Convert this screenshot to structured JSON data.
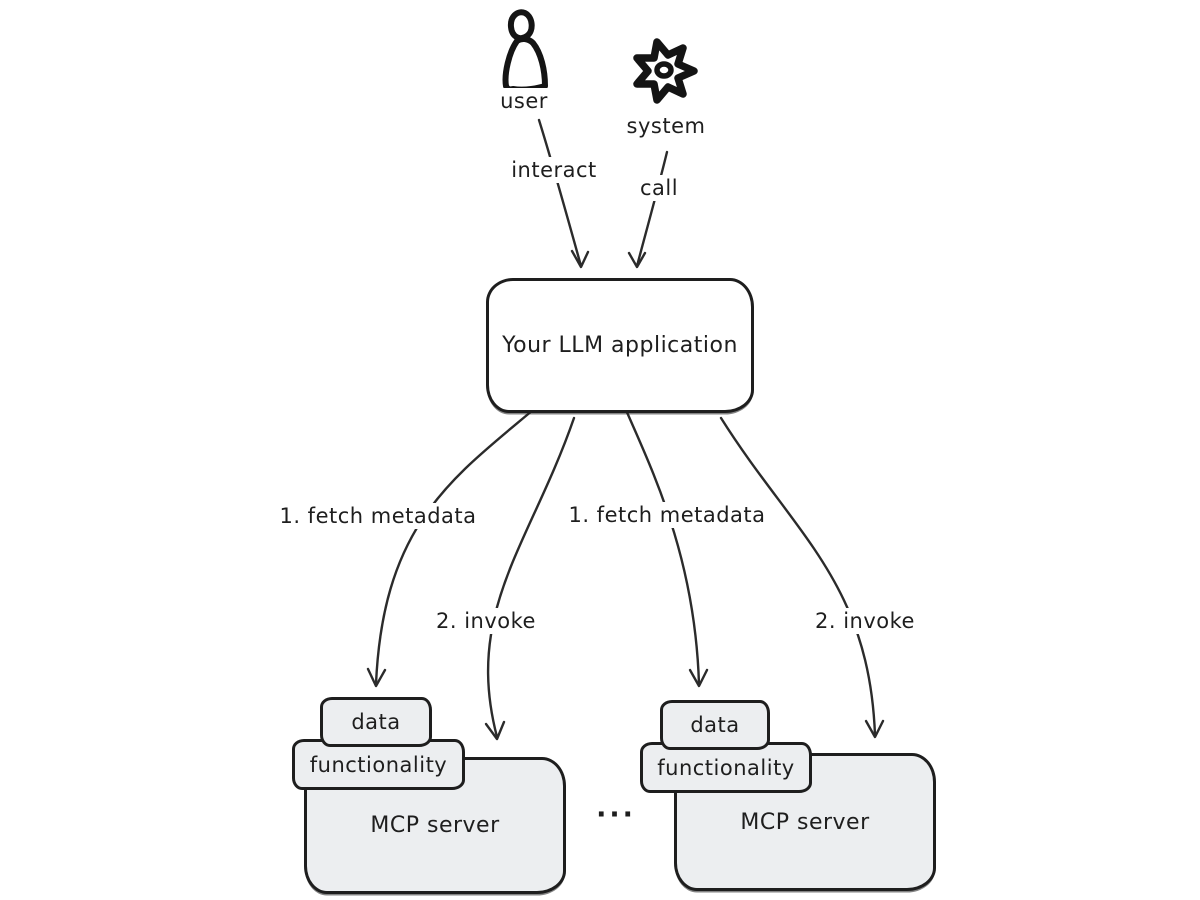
{
  "colors": {
    "stroke": "#1e1e1e",
    "box_fill": "#eceef0",
    "background": "#ffffff",
    "line": "#2b2b2b"
  },
  "actors": {
    "user": {
      "label": "user",
      "icon": "person-icon"
    },
    "system": {
      "label": "system",
      "icon": "gear-icon"
    }
  },
  "app": {
    "label": "Your LLM application"
  },
  "edges": {
    "interact": {
      "label": "interact"
    },
    "call": {
      "label": "call"
    },
    "fetch_left": {
      "label": "1. fetch metadata"
    },
    "invoke_left": {
      "label": "2. invoke"
    },
    "fetch_right": {
      "label": "1. fetch metadata"
    },
    "invoke_right": {
      "label": "2. invoke"
    }
  },
  "servers": {
    "left": {
      "data_label": "data",
      "functionality_label": "functionality",
      "title": "MCP server"
    },
    "right": {
      "data_label": "data",
      "functionality_label": "functionality",
      "title": "MCP server"
    }
  },
  "ellipsis": "..."
}
